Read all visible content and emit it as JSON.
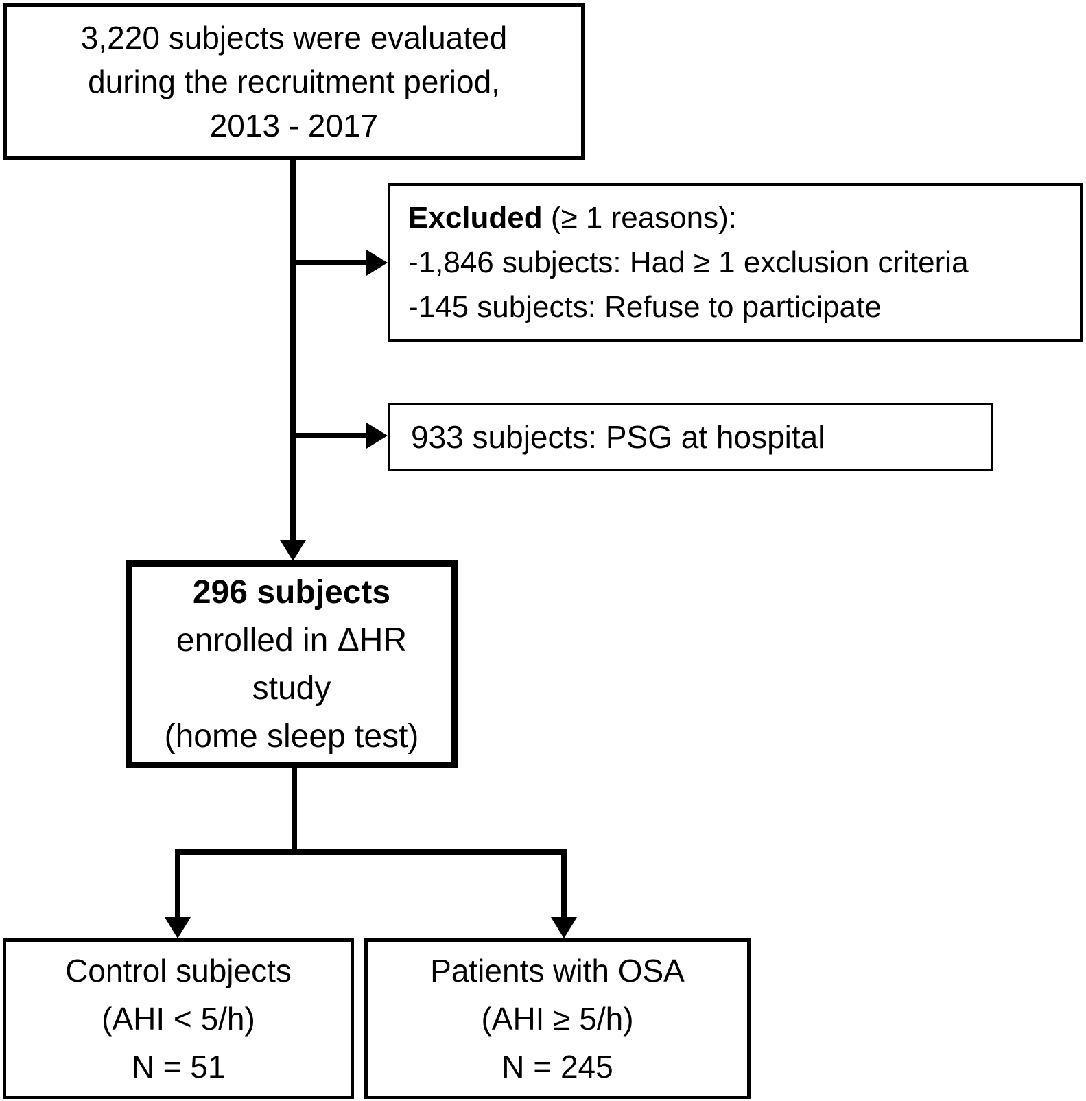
{
  "diagram": {
    "bg_color": "#ffffff",
    "line_color": "#000000",
    "evaluated_box": {
      "line1": "3,220 subjects were evaluated",
      "line2": "during the recruitment period,",
      "line3": "2013 - 2017"
    },
    "excluded_box": {
      "heading_bold": "Excluded",
      "heading_rest": " (≥ 1 reasons):",
      "item1": "-1,846 subjects: Had ≥ 1 exclusion criteria",
      "item2": "-145 subjects: Refuse to participate"
    },
    "psg_box": {
      "text": "933 subjects: PSG at hospital"
    },
    "enrolled_box": {
      "line1": "296 subjects",
      "line2": "enrolled in ΔHR",
      "line3": "study",
      "line4": "(home sleep test)"
    },
    "control_box": {
      "line1": "Control subjects",
      "line2": "(AHI < 5/h)",
      "line3": "N = 51"
    },
    "osa_box": {
      "line1": "Patients with OSA",
      "line2": "(AHI ≥ 5/h)",
      "line3": "N = 245"
    }
  }
}
